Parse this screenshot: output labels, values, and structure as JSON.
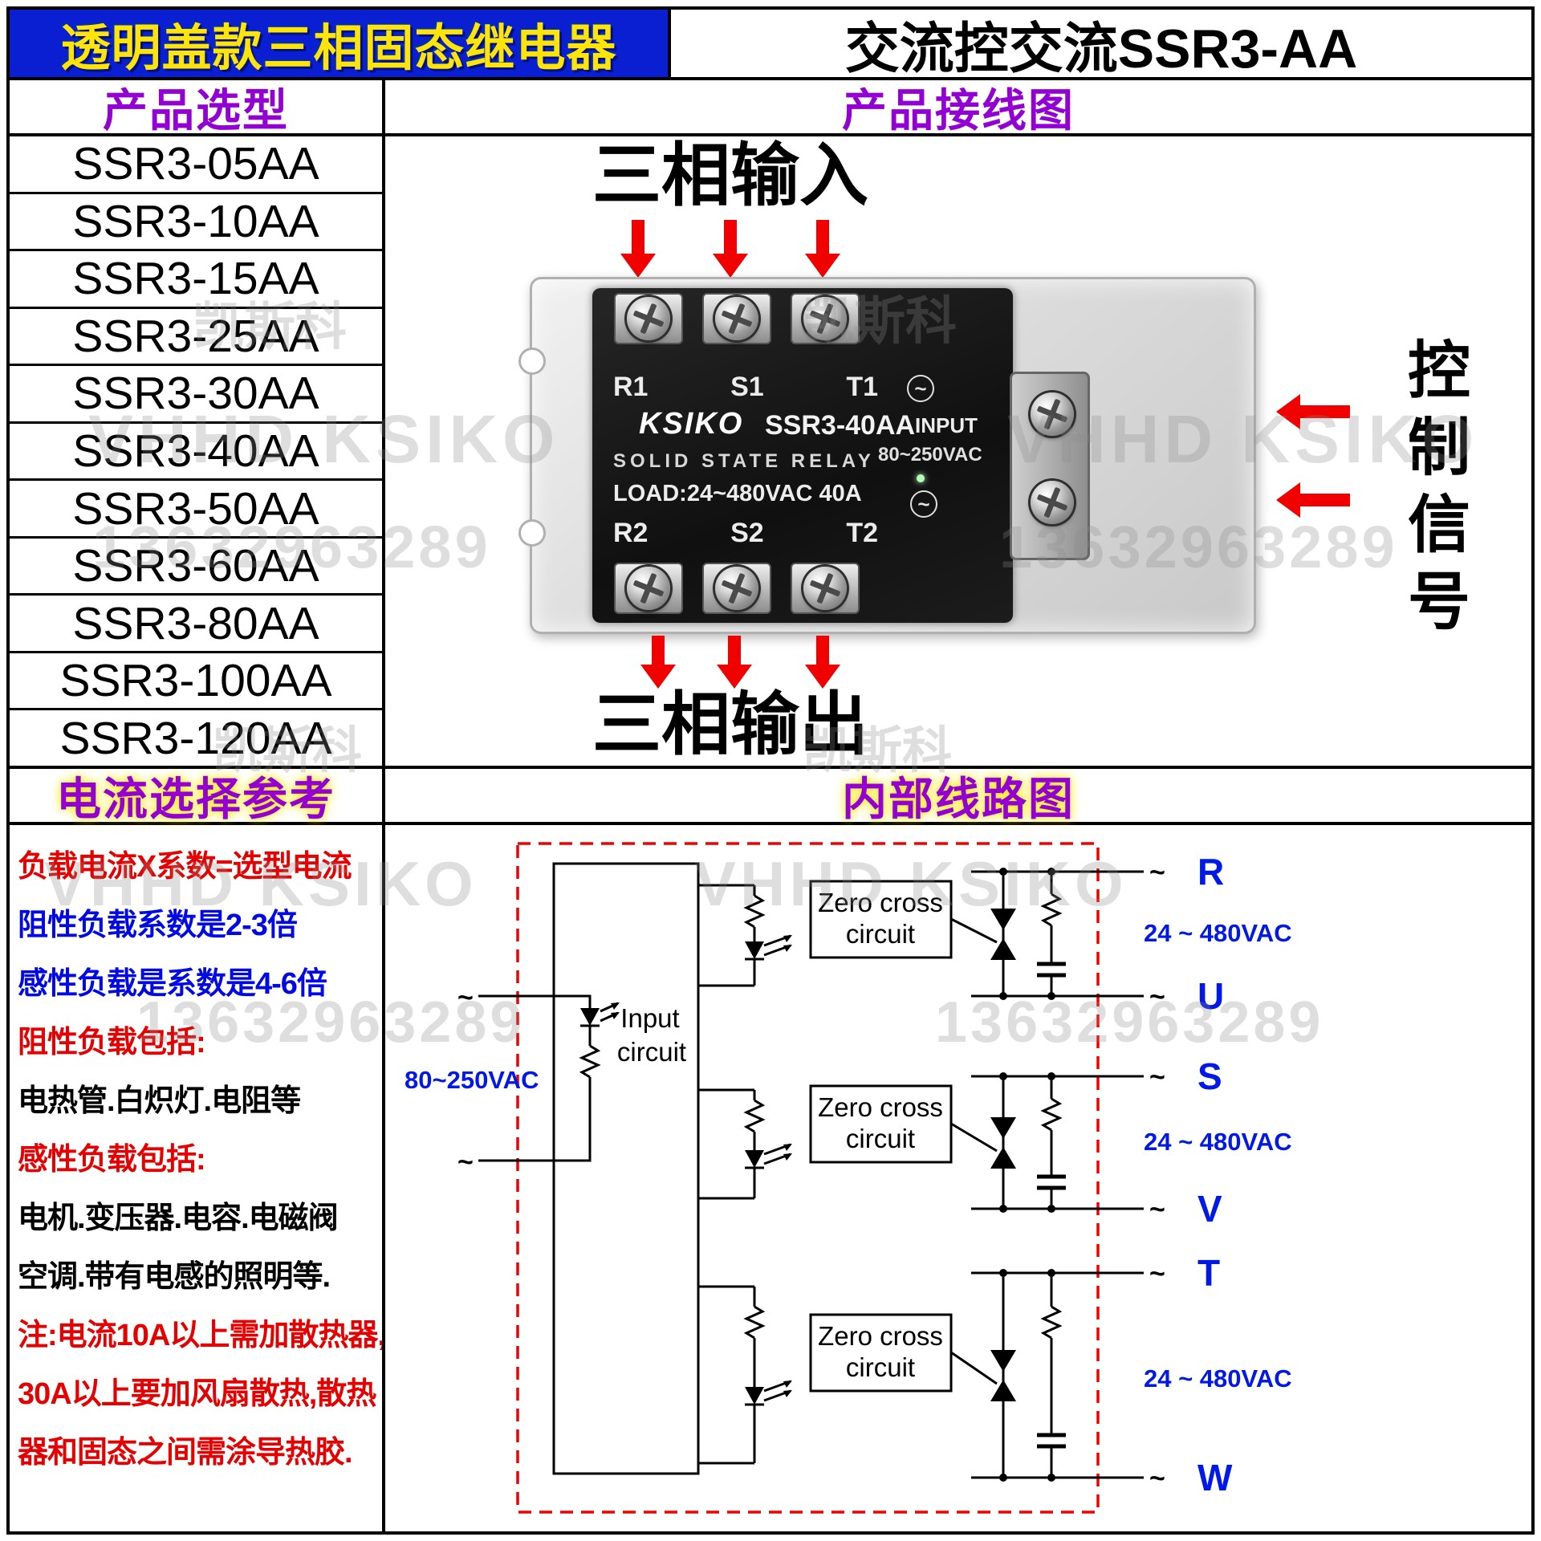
{
  "colors": {
    "header_bg": "#0a1fd2",
    "header_fg": "#ffe40a",
    "section_purple": "#9300d3",
    "arrow_red": "#f10000",
    "circuit_blue": "#0018e8",
    "note_red": "#e60000",
    "note_blue": "#0009e6"
  },
  "header": {
    "left_title": "透明盖款三相固态继电器",
    "right_title": "交流控交流SSR3-AA"
  },
  "left_panel": {
    "selection_title": "产品选型",
    "models": [
      "SSR3-05AA",
      "SSR3-10AA",
      "SSR3-15AA",
      "SSR3-25AA",
      "SSR3-30AA",
      "SSR3-40AA",
      "SSR3-50AA",
      "SSR3-60AA",
      "SSR3-80AA",
      "SSR3-100AA",
      "SSR3-120AA"
    ],
    "current_ref_title": "电流选择参考",
    "notes": [
      {
        "text": "负载电流X系数=选型电流",
        "color": "red"
      },
      {
        "text": "阻性负载系数是2-3倍",
        "color": "blue"
      },
      {
        "text": "感性负载是系数是4-6倍",
        "color": "blue"
      },
      {
        "text": "阻性负载包括:",
        "color": "red"
      },
      {
        "text": "电热管.白炽灯.电阻等",
        "color": "black"
      },
      {
        "text": "感性负载包括:",
        "color": "red"
      },
      {
        "text": "电机.变压器.电容.电磁阀",
        "color": "black"
      },
      {
        "text": "空调.带有电感的照明等.",
        "color": "black"
      },
      {
        "text": "注:电流10A以上需加散热器,",
        "color": "red"
      },
      {
        "text": "30A以上要加风扇散热,散热",
        "color": "red"
      },
      {
        "text": "器和固态之间需涂导热胶.",
        "color": "red"
      }
    ]
  },
  "wiring": {
    "title": "产品接线图",
    "three_phase_input": "三相输入",
    "three_phase_output": "三相输出",
    "control_signal": "控制信号",
    "relay": {
      "brand": "KSIKO",
      "model": "SSR3-40AA",
      "type_line": "SOLID STATE RELAY",
      "load_line": "LOAD:24~480VAC 40A",
      "input_label": "INPUT",
      "input_voltage": "80~250VAC",
      "ac_symbol": "~",
      "top_terminals": [
        "R1",
        "S1",
        "T1"
      ],
      "bottom_terminals": [
        "R2",
        "S2",
        "T2"
      ]
    }
  },
  "circuit": {
    "title": "内部线路图",
    "control_voltage": "80~250VAC",
    "input_box_line1": "Input",
    "input_box_line2": "circuit",
    "zero_cross_line1": "Zero cross",
    "zero_cross_line2": "circuit",
    "load_voltage": "24 ~ 480VAC",
    "ac_symbol": "~",
    "phases": [
      "R",
      "U",
      "S",
      "V",
      "T",
      "W"
    ]
  },
  "watermarks": {
    "brand_cn": "凯斯科",
    "brand_en": "VHHD KSIKO",
    "phone": "13632963289"
  }
}
